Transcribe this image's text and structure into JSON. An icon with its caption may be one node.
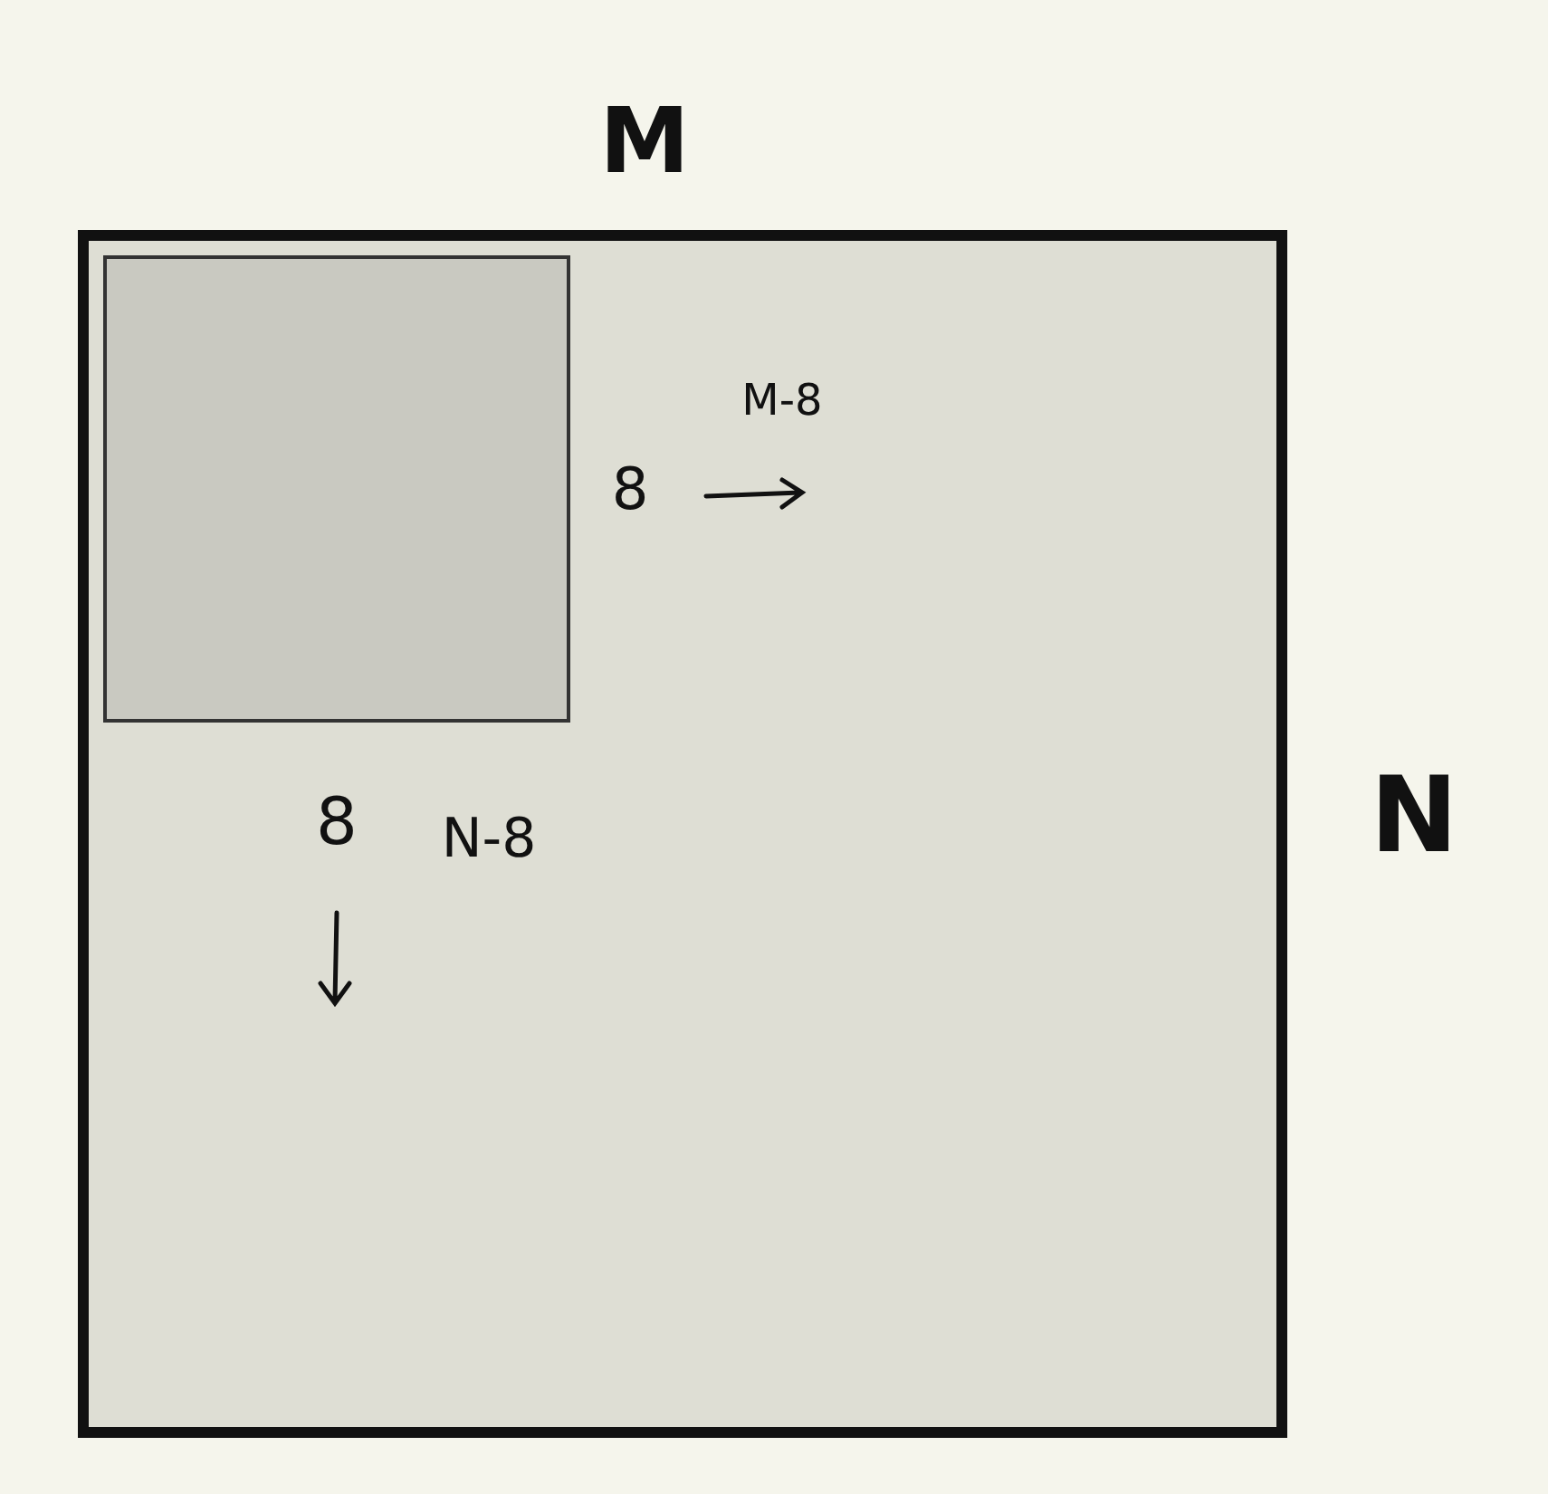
{
  "diagram": {
    "nodes": [
      {
        "text": [],
        "shape": "box"
      },
      {
        "text": [],
        "shape": "box",
        "in": 0
      }
    ],
    "labels": [
      "M",
      "M-8",
      "8",
      "N",
      "8",
      "N-8"
    ]
  }
}
